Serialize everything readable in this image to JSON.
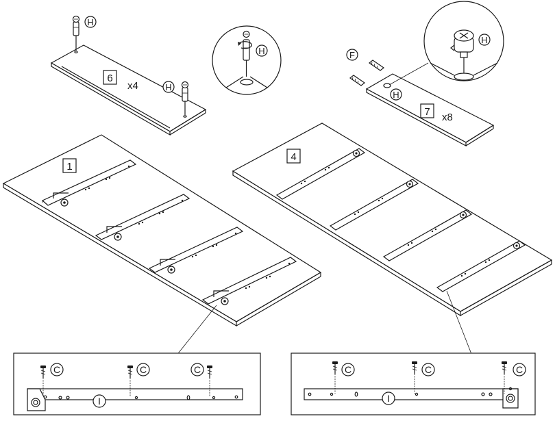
{
  "colors": {
    "line": "#1a1a1a",
    "background": "#ffffff"
  },
  "top_left": {
    "part_number": "6",
    "quantity": "x4",
    "hardware_label": "H"
  },
  "top_right": {
    "part_number": "7",
    "quantity": "x8",
    "dowel_label": "F",
    "cam_label": "H"
  },
  "panel_left": {
    "part_number": "1"
  },
  "panel_right": {
    "part_number": "4"
  },
  "detail_left": {
    "screw_label": "C",
    "rail_label": "I"
  },
  "detail_right": {
    "screw_label": "C",
    "rail_label": "I"
  }
}
